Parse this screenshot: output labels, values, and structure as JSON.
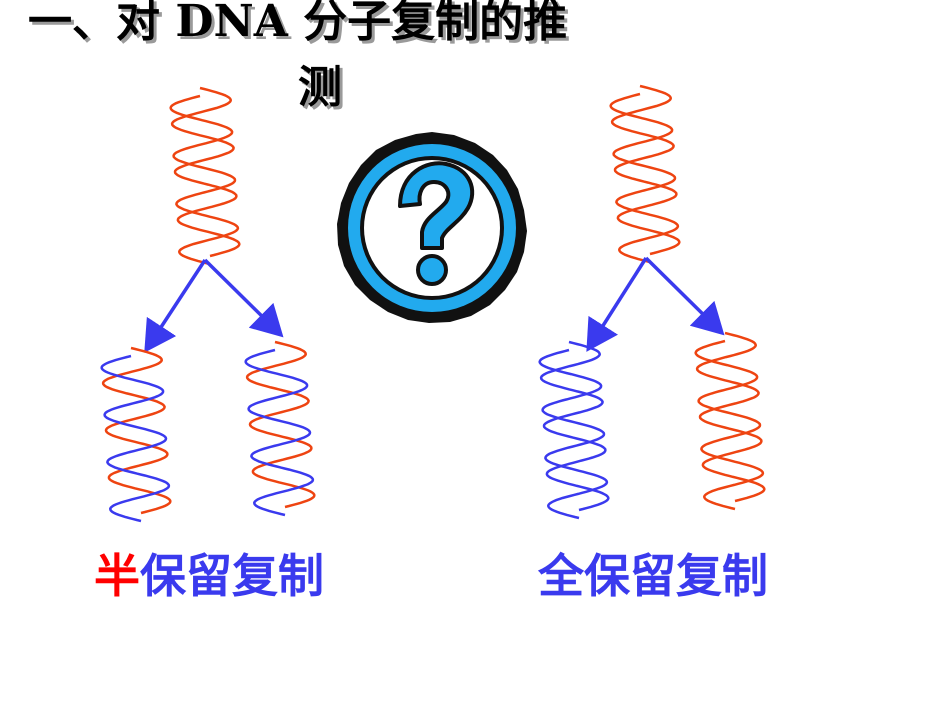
{
  "title": {
    "line1": "一、对 DNA 分子复制的推",
    "line2": "测"
  },
  "captions": {
    "semi_conservative_first_char": "半",
    "semi_conservative_rest": "保留复制",
    "conservative": "全保留复制"
  },
  "icon": "question-mark-icon",
  "colors": {
    "parent_strand": "#ee4411",
    "new_strand": "#3a3aee",
    "arrow": "#3a3aee",
    "highlight_red": "#ff0000",
    "caption_blue": "#3a3aee",
    "badge_fill": "#22aaee"
  }
}
